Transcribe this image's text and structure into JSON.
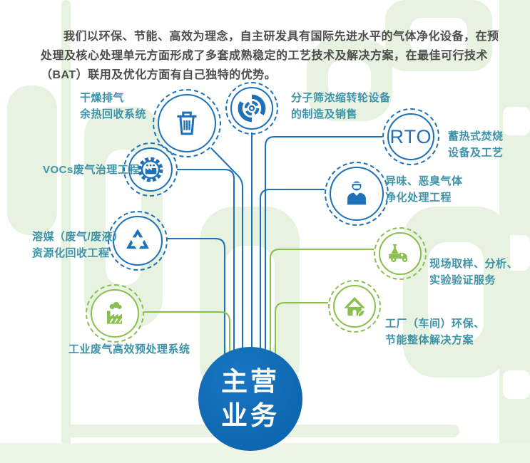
{
  "intro": {
    "text": "我们以环保、节能、高效为理念，自主研发具有国际先进水平的气体净化设备，在预处理及核心处理单元方面形成了多套成熟稳定的工艺技术及解决方案，在最佳可行技术（BAT）联用及优化方面有自己独特的优势。"
  },
  "center": {
    "line1": "主营",
    "line2": "业务"
  },
  "nodes": [
    {
      "id": "dry-exhaust-heat-recovery",
      "label_line1": "干燥排气",
      "label_line2": "余热回收系统",
      "icon": "trash-icon",
      "color": "blue"
    },
    {
      "id": "molecular-sieve-rotor",
      "label_line1": "分子筛浓缩转轮设备",
      "label_line2": "的制造及销售",
      "icon": "rotary-wheel-icon",
      "color": "blue"
    },
    {
      "id": "vocs-treatment",
      "label_line1": "VOCs废气治理工程",
      "label_line2": "",
      "icon": "gear-factory-icon",
      "color": "blue"
    },
    {
      "id": "rto",
      "badge": "RTO",
      "label_line1": "蓄热式焚烧",
      "label_line2": "设备及工艺",
      "icon": "rto-badge",
      "color": "blue"
    },
    {
      "id": "odor-purification",
      "label_line1": "异味、恶臭气体",
      "label_line2": "净化处理工程",
      "icon": "masked-person-icon",
      "color": "blue"
    },
    {
      "id": "solvent-recycling",
      "label_line1": "溶媒（废气/废液）",
      "label_line2": "资源化回收工程",
      "icon": "recycle-icon",
      "color": "blue"
    },
    {
      "id": "industrial-pretreatment",
      "label_line1": "工业废气高效预处理系统",
      "label_line2": "",
      "icon": "factory-icon",
      "color": "green"
    },
    {
      "id": "onsite-sampling",
      "label_line1": "现场取样、分析、",
      "label_line2": "实验验证服务",
      "icon": "sampling-truck-icon",
      "color": "green"
    },
    {
      "id": "plant-eco-solution",
      "label_line1": "工厂（车间）环保、",
      "label_line2": "节能整体解决方案",
      "icon": "eco-house-icon",
      "color": "green"
    }
  ],
  "colors": {
    "blue": "#1d71b8",
    "deep_blue": "#0e67b1",
    "green": "#8abf4f",
    "label_teal": "#3e93a8",
    "body_text": "#4d4d4d",
    "watermark_green": "#e7f2e0"
  }
}
